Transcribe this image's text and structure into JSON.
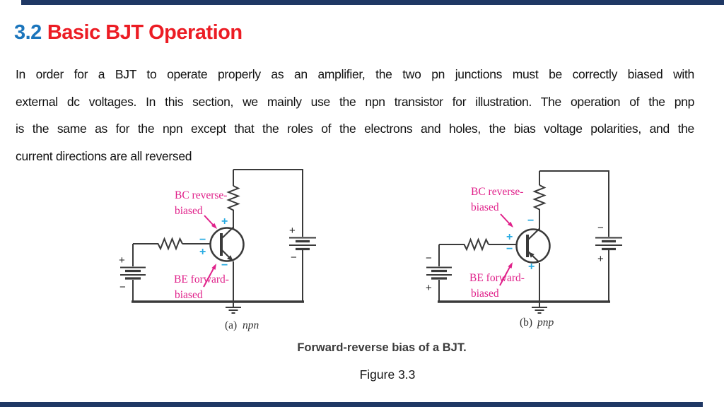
{
  "page": {
    "background": "#ffffff",
    "bar_color": "#1f3864"
  },
  "title": {
    "number": "3.2",
    "text": "Basic BJT Operation",
    "number_color": "#1b75bc",
    "text_color": "#ec1c24"
  },
  "body": {
    "lines": [
      "In order for a BJT to operate properly as an amplifier, the two pn junctions must be correctly biased with",
      "external dc voltages. In this section, we mainly use the npn transistor for illustration. The operation of the pnp",
      "is the same as for the npn except that the roles of the electrons and holes, the bias voltage polarities, and the",
      "current directions are all reversed"
    ]
  },
  "figure": {
    "caption": "Forward-reverse bias of a BJT.",
    "figure_label": "Figure 3.3",
    "colors": {
      "annotation_pink": "#e0218a",
      "polarity_cyan": "#29abe2",
      "wire": "#3a3a3a"
    },
    "npn": {
      "bc_label_line1": "BC reverse-",
      "bc_label_line2": "biased",
      "be_label_line1": "BE forward-",
      "be_label_line2": "biased",
      "caption_prefix": "(a)",
      "caption_type": "npn",
      "signs": {
        "collector": "+",
        "base_top": "−",
        "base_bottom": "+",
        "emitter": "−",
        "left_batt_top": "+",
        "left_batt_bottom": "−",
        "right_batt_top": "+",
        "right_batt_bottom": "−"
      }
    },
    "pnp": {
      "bc_label_line1": "BC reverse-",
      "bc_label_line2": "biased",
      "be_label_line1": "BE forward-",
      "be_label_line2": "biased",
      "caption_prefix": "(b)",
      "caption_type": "pnp",
      "signs": {
        "collector": "−",
        "base_top": "+",
        "base_bottom": "−",
        "emitter": "+",
        "left_batt_top": "−",
        "left_batt_bottom": "+",
        "right_batt_top": "−",
        "right_batt_bottom": "+"
      }
    }
  }
}
